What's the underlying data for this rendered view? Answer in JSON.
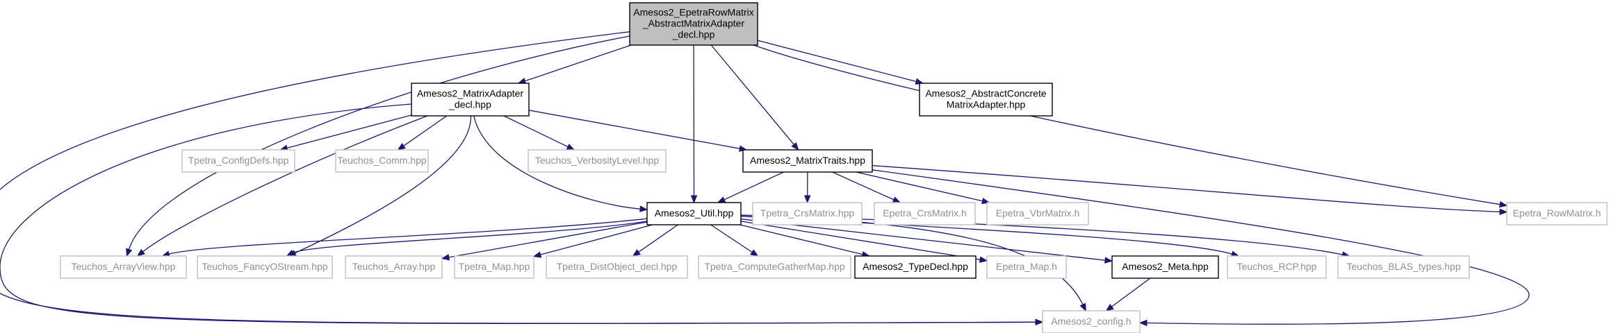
{
  "colors": {
    "edge": "#191970",
    "root_fill": "#bfbfbf",
    "documented_border": "#000000",
    "external_border": "#bfbfbf",
    "external_text": "#909090"
  },
  "nodes": {
    "root": [
      "Amesos2_EpetraRowMatrix",
      "_AbstractMatrixAdapter",
      "_decl.hpp"
    ],
    "matrix_adapter_decl": [
      "Amesos2_MatrixAdapter",
      "_decl.hpp"
    ],
    "abstract_concrete": [
      "Amesos2_AbstractConcrete",
      "MatrixAdapter.hpp"
    ],
    "tpetra_configdefs": [
      "Tpetra_ConfigDefs.hpp"
    ],
    "teuchos_comm": [
      "Teuchos_Comm.hpp"
    ],
    "teuchos_verbositylevel": [
      "Teuchos_VerbosityLevel.hpp"
    ],
    "matrix_traits": [
      "Amesos2_MatrixTraits.hpp"
    ],
    "util": [
      "Amesos2_Util.hpp"
    ],
    "tpetra_crsmatrix": [
      "Tpetra_CrsMatrix.hpp"
    ],
    "epetra_crsmatrix": [
      "Epetra_CrsMatrix.h"
    ],
    "epetra_vbrmatrix": [
      "Epetra_VbrMatrix.h"
    ],
    "epetra_rowmatrix": [
      "Epetra_RowMatrix.h"
    ],
    "teuchos_arrayview": [
      "Teuchos_ArrayView.hpp"
    ],
    "teuchos_fancyostream": [
      "Teuchos_FancyOStream.hpp"
    ],
    "teuchos_array": [
      "Teuchos_Array.hpp"
    ],
    "tpetra_map": [
      "Tpetra_Map.hpp"
    ],
    "tpetra_distobject_decl": [
      "Tpetra_DistObject_decl.hpp"
    ],
    "tpetra_computegathermap": [
      "Tpetra_ComputeGatherMap.hpp"
    ],
    "amesos2_typedecl": [
      "Amesos2_TypeDecl.hpp"
    ],
    "epetra_map": [
      "Epetra_Map.h"
    ],
    "amesos2_meta": [
      "Amesos2_Meta.hpp"
    ],
    "teuchos_rcp": [
      "Teuchos_RCP.hpp"
    ],
    "teuchos_blas_types": [
      "Teuchos_BLAS_types.hpp"
    ],
    "amesos2_config": [
      "Amesos2_config.h"
    ]
  }
}
